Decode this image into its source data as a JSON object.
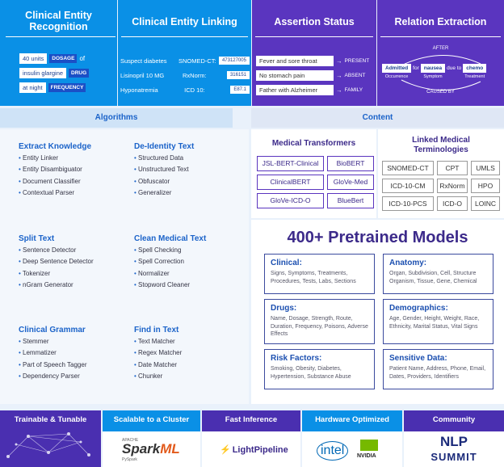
{
  "top": {
    "cer": {
      "title": "Clinical Entity Recognition",
      "rows": [
        {
          "text": "40 units",
          "tag": "DOSAGE",
          "suffix": "of"
        },
        {
          "text": "insulin glargine",
          "tag": "DRUG"
        },
        {
          "text": "at night",
          "tag": "FREQUENCY"
        }
      ]
    },
    "cel": {
      "title": "Clinical Entity Linking",
      "rows": [
        {
          "term": "Suspect diabetes",
          "sys": "SNOMED-CT:",
          "code": "473127005"
        },
        {
          "term": "Lisinopril 10 MG",
          "sys": "RxNorm:",
          "code": "316151"
        },
        {
          "term": "Hyponatremia",
          "sys": "ICD 10:",
          "code": "E87.1"
        }
      ]
    },
    "as": {
      "title": "Assertion Status",
      "rows": [
        {
          "text": "Fever and sore throat",
          "status": "PRESENT"
        },
        {
          "text": "No stomach pain",
          "status": "ABSENT"
        },
        {
          "text": "Father with Alzheimer",
          "status": "FAMILY"
        }
      ]
    },
    "re": {
      "title": "Relation Extraction",
      "after": "AFTER",
      "caused": "CAUSED BY",
      "w1": "Admitted",
      "w1s": "Occurrence",
      "for": "for",
      "w2": "nausea",
      "w2s": "Symptom",
      "due": "due to",
      "w3": "chemo",
      "w3s": "Treatment"
    }
  },
  "headers": {
    "algorithms": "Algorithms",
    "content": "Content"
  },
  "alg": [
    {
      "title": "Extract Knowledge",
      "items": [
        "Entity Linker",
        "Entity Disambiguator",
        "Document Classifier",
        "Contextual Parser"
      ]
    },
    {
      "title": "De-Identity Text",
      "items": [
        "Structured Data",
        "Unstructured Text",
        "Obfuscator",
        "Generalizer"
      ]
    },
    {
      "title": "Split Text",
      "items": [
        "Sentence Detector",
        "Deep Sentence Detector",
        "Tokenizer",
        "nGram Generator"
      ]
    },
    {
      "title": "Clean Medical Text",
      "items": [
        "Spell Checking",
        "Spell Correction",
        "Normalizer",
        "Stopword Cleaner"
      ]
    },
    {
      "title": "Clinical Grammar",
      "items": [
        "Stemmer",
        "Lemmatizer",
        "Part of Speech Tagger",
        "Dependency Parser"
      ]
    },
    {
      "title": "Find in Text",
      "items": [
        "Text Matcher",
        "Regex Matcher",
        "Date Matcher",
        "Chunker"
      ]
    }
  ],
  "transformers": {
    "title": "Medical Transformers",
    "items": [
      "JSL-BERT-Clinical",
      "BioBERT",
      "ClinicalBERT",
      "GloVe-Med",
      "GloVe-ICD-O",
      "BlueBert"
    ]
  },
  "terminologies": {
    "title": "Linked Medical Terminologies",
    "items": [
      "SNOMED-CT",
      "CPT",
      "UMLS",
      "ICD-10-CM",
      "RxNorm",
      "HPO",
      "ICD-10-PCS",
      "ICD-O",
      "LOINC"
    ]
  },
  "models": {
    "title": "400+ Pretrained Models",
    "boxes": [
      {
        "t": "Clinical:",
        "d": "Signs, Symptoms, Treatments, Procedures, Tests, Labs, Sections"
      },
      {
        "t": "Anatomy:",
        "d": "Organ, Subdivision, Cell, Structure Organism, Tissue, Gene, Chemical"
      },
      {
        "t": "Drugs:",
        "d": "Name, Dosage, Strength, Route, Duration, Frequency, Poisons, Adverse Effects"
      },
      {
        "t": "Demographics:",
        "d": "Age, Gender, Height, Weight, Race, Ethnicity, Marital Status, Vital Signs"
      },
      {
        "t": "Risk Factors:",
        "d": "Smoking, Obesity, Diabetes, Hypertension, Substance Abuse"
      },
      {
        "t": "Sensitive Data:",
        "d": "Patient Name, Address, Phone, Email, Dates, Providers, Identifiers"
      }
    ]
  },
  "bottom": {
    "labels": [
      "Trainable & Tunable",
      "Scalable to a Cluster",
      "Fast Inference",
      "Hardware Optimized",
      "Community"
    ],
    "spark_top": "APACHE",
    "spark": "Spark",
    "spark_ml": "ML",
    "spark_sub": "PySpark",
    "light": "LightPipeline",
    "intel": "intel",
    "nvidia": "NVIDIA",
    "nlp": "NLP",
    "summit": "SUMMIT"
  },
  "colors": {
    "blue": "#0a90e6",
    "purple": "#5a35bf",
    "navy": "#1b4fc6"
  }
}
